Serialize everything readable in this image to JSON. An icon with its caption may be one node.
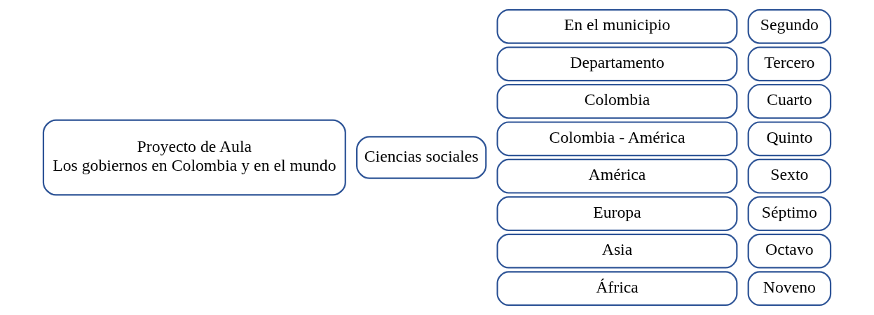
{
  "diagram": {
    "nodes": [
      {
        "text": [
          "Proyecto de Aula",
          "Los gobiernos en Colombia y en el mundo"
        ]
      },
      {
        "text": [
          "Ciencias sociales"
        ]
      },
      {
        "text": [
          "En el municipio"
        ]
      },
      {
        "text": [
          "Departamento"
        ]
      },
      {
        "text": [
          "Colombia"
        ]
      },
      {
        "text": [
          "Colombia - América"
        ]
      },
      {
        "text": [
          "América"
        ]
      },
      {
        "text": [
          "Europa"
        ]
      },
      {
        "text": [
          "Asia"
        ]
      },
      {
        "text": [
          "África"
        ]
      },
      {
        "text": [
          "Segundo"
        ]
      },
      {
        "text": [
          "Tercero"
        ]
      },
      {
        "text": [
          "Cuarto"
        ]
      },
      {
        "text": [
          "Quinto"
        ]
      },
      {
        "text": [
          "Sexto"
        ]
      },
      {
        "text": [
          "Séptimo"
        ]
      },
      {
        "text": [
          "Octavo"
        ]
      },
      {
        "text": [
          "Noveno"
        ]
      }
    ]
  }
}
